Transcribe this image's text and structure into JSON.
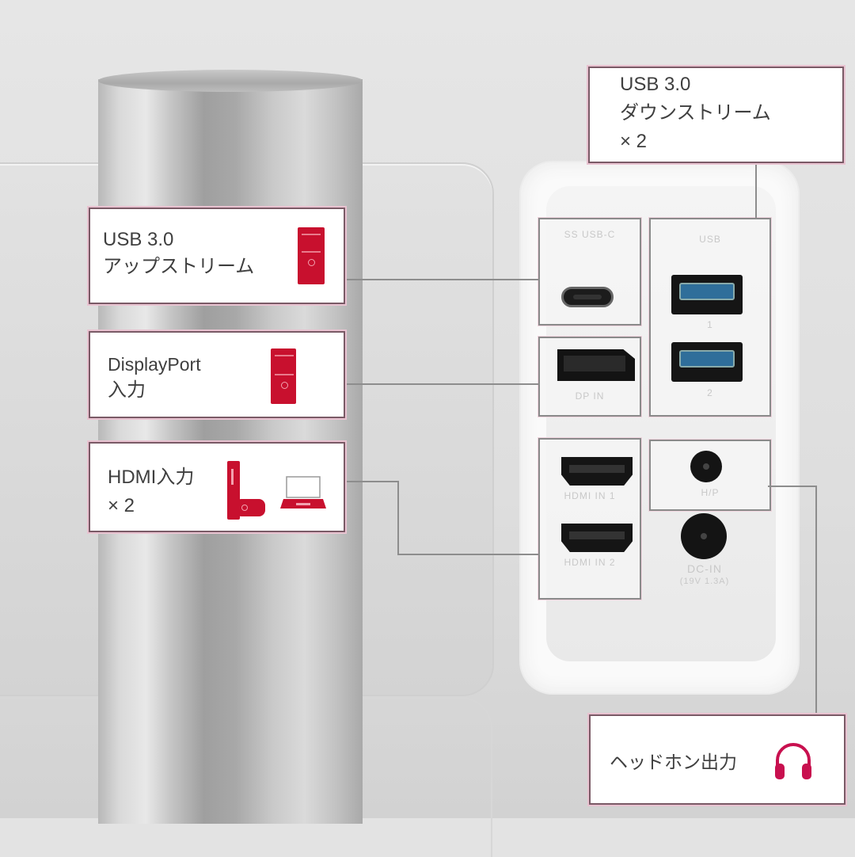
{
  "image": {
    "description": "Monitor rear I/O port diagram with callout labels",
    "accent_color": "#c8102e",
    "callout_border_color": "#7a5a66",
    "usb_port_color": "#2f6e9a"
  },
  "callouts": {
    "usb_downstream": {
      "line1": "USB 3.0",
      "line2": "ダウンストリーム",
      "line3": "× 2"
    },
    "usb_upstream": {
      "line1": "USB  3.0",
      "line2": "アップストリーム",
      "icon": "pc-tower-icon"
    },
    "displayport": {
      "line1": "DisplayPort",
      "line2": "入力",
      "icon": "pc-tower-icon"
    },
    "hdmi": {
      "line1": "HDMI入力",
      "line2": "× 2",
      "icons": [
        "game-console-icon",
        "laptop-icon"
      ]
    },
    "headphone": {
      "label": "ヘッドホン出力",
      "icon": "headphones-icon"
    }
  },
  "ports": {
    "usb_c_label": "SS USB-C",
    "usb_a_label": "USB",
    "usb_a_numbers": [
      "1",
      "2"
    ],
    "dp_label": "DP IN",
    "hdmi_labels": [
      "HDMI IN 1",
      "HDMI IN 2"
    ],
    "headphone_label": "H/P",
    "dc_in_label": "DC-IN",
    "dc_in_sublabel": "(19V  1.3A)"
  }
}
